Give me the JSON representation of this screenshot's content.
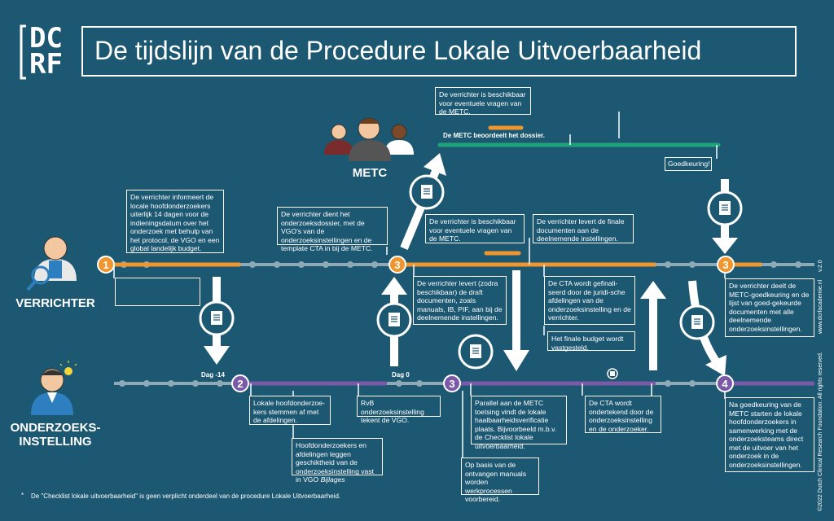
{
  "logo": {
    "l1": "DC",
    "l2": "RF"
  },
  "title": "De tijdslijn van de Procedure Lokale Uitvoerbaarheid",
  "roles": {
    "metc": "METC",
    "verrichter": "VERRICHTER",
    "instelling_1": "ONDERZOEKS-",
    "instelling_2": "INSTELLING"
  },
  "markers": {
    "b1": "1",
    "b2": "2",
    "b3a": "3",
    "b3b": "3",
    "b3c": "3",
    "b4": "4",
    "dag_min14": "Dag -14",
    "dag_0": "Dag 0"
  },
  "metc": {
    "beschikbaar": "De verrichter is beschikbaar voor eventuele vragen van de METC.",
    "beoordeelt": "De METC beoordeelt het dossier.",
    "goedkeuring": "Goedkeuring!"
  },
  "verrichter": {
    "informeert": "De verrichter informeert de locale hoofdonderzoekers uiterlijk 14 dagen voor de indieningsdatum over het onderzoek met behulp van het protocol, de VGO en een global landelijk budget.",
    "dient_in": "De verrichter dient het onderzoeksdossier, met de VGO's van de onderzoeksinstellingen en de template CTA in bij de METC.",
    "beschikbaar": "De verrichter is beschikbaar voor eventuele vragen van de METC.",
    "levert_finaal": "De verrichter  levert de finale documenten aan de deelnemende instellingen.",
    "levert_draft": "De verrichter levert (zodra beschikbaar) de draft documenten, zoals manuals, IB, PIF, aan bij de deelnemende instellingen.",
    "cta_gefinaliseerd": "De CTA wordt gefinali-seerd door de juridi-sche afdelingen van de onderzoeksinstelling en de verrichter.",
    "budget": "Het  finale budget wordt vastgesteld.",
    "deelt": "De verrichter deelt de METC-goedkeuring en de lijst van goed-gekeurde documenten met alle deelnemende onderzoeksinstellingen."
  },
  "instelling": {
    "stemmen": "Lokale hoofdonderzoe-kers stemmen af met de afdelingen.",
    "vastleggen_a": "Hoofdonderzoekers en afdelingen  leggen geschiktheid van de onderzoeksinstelling vast in VGO ",
    "vastleggen_b": "Bijlages",
    "rvb": "RvB onderzoeksinstelling tekent de VGO.",
    "parallel": "Parallel aan de METC toetsing vindt de lokale haalbaarheidsverificatie plaats. Bijvoorbeeld m.b.v. de Checklist lokale uitvoerbaarheid.",
    "manuals": "Op basis van de ontvangen manuals worden werkprocessen voorbereid.",
    "cta_ondertekend": "De CTA wordt ondertekend door de onderzoeksinstelling en de onderzoeker.",
    "na_goedkeuring": "Na goedkeuring van de METC starten de lokale hoofdonderzoekers in samenwerking met de onderzoeksteams direct met de uitvoer van het onderzoek in de onderzoeksinstellingen."
  },
  "footnote": "De \"Checklist lokale uitvoerbaarheid\" is geen verplicht onderdeel van de procedure Lokale Uitvoerbaarheid.",
  "footnote_star": "*",
  "side": {
    "copyright": "©2022 Dutch Clinical Research Foundation. All rights reserved.",
    "url": "www.dcrfacademie.nl",
    "version": "v.2.0"
  },
  "colors": {
    "bg": "#1d5872",
    "orange": "#f0962f",
    "purple": "#7a5aa8",
    "green": "#1fa37a",
    "grey": "#8fa9b6"
  }
}
